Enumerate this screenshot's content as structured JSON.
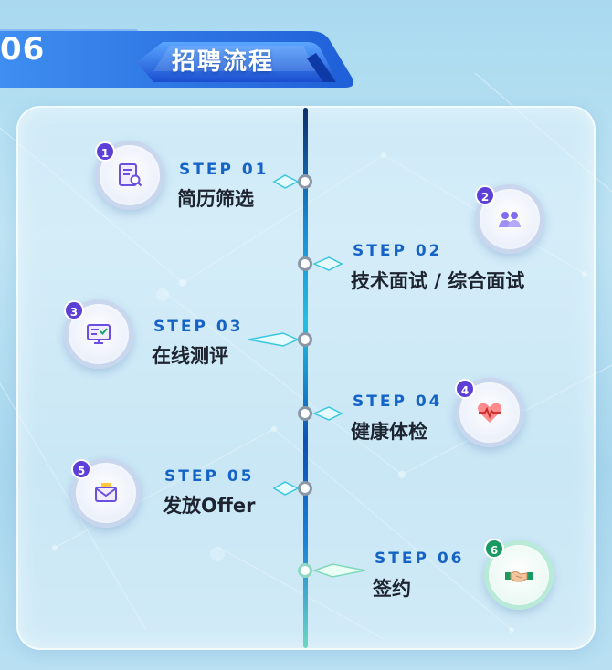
{
  "header": {
    "section_number": "06",
    "title": "招聘流程"
  },
  "steps": [
    {
      "number": "1",
      "label": "STEP 01",
      "title": "简历筛选",
      "icon": "resume-search-icon"
    },
    {
      "number": "2",
      "label": "STEP 02",
      "title": "技术面试 / 综合面试",
      "icon": "two-people-icon"
    },
    {
      "number": "3",
      "label": "STEP 03",
      "title": "在线测评",
      "icon": "online-test-monitor-icon"
    },
    {
      "number": "4",
      "label": "STEP 04",
      "title": "健康体检",
      "icon": "heartbeat-icon"
    },
    {
      "number": "5",
      "label": "STEP 05",
      "title": "发放Offer",
      "icon": "envelope-icon"
    },
    {
      "number": "6",
      "label": "STEP 06",
      "title": "签约",
      "icon": "handshake-icon"
    }
  ],
  "colors": {
    "step_label": "#1563c7",
    "badge": "#5b3fd6",
    "badge_final": "#1a9a63",
    "icon_accent": "#6a4fe0"
  }
}
